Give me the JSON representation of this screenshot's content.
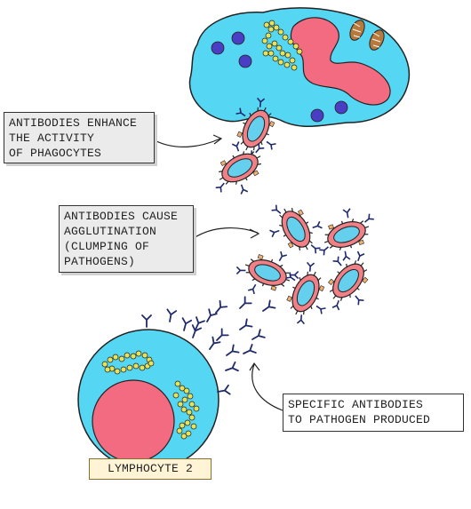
{
  "labels": {
    "phagocytes": [
      "ANTIBODIES ENHANCE",
      "THE ACTIVITY",
      "OF PHAGOCYTES"
    ],
    "agglutination": [
      "ANTIBODIES CAUSE",
      "AGGLUTINATION",
      "(CLUMPING OF",
      "PATHOGENS)"
    ],
    "antibodies": [
      "SPECIFIC ANTIBODIES",
      "TO PATHOGEN PRODUCED"
    ],
    "lymphocyte": "LYMPHOCYTE 2"
  },
  "colors": {
    "cytoplasm": "#55d6f2",
    "nucleus": "#f26b80",
    "granule": "#4a3fc4",
    "ribosome": "#e6e25a",
    "antibody": "#1f2a6b",
    "pathogen_shell": "#f07f86",
    "pathogen_core": "#65cfee",
    "mitochondrion": "#b87a3c",
    "antigen": "#f0b070"
  }
}
